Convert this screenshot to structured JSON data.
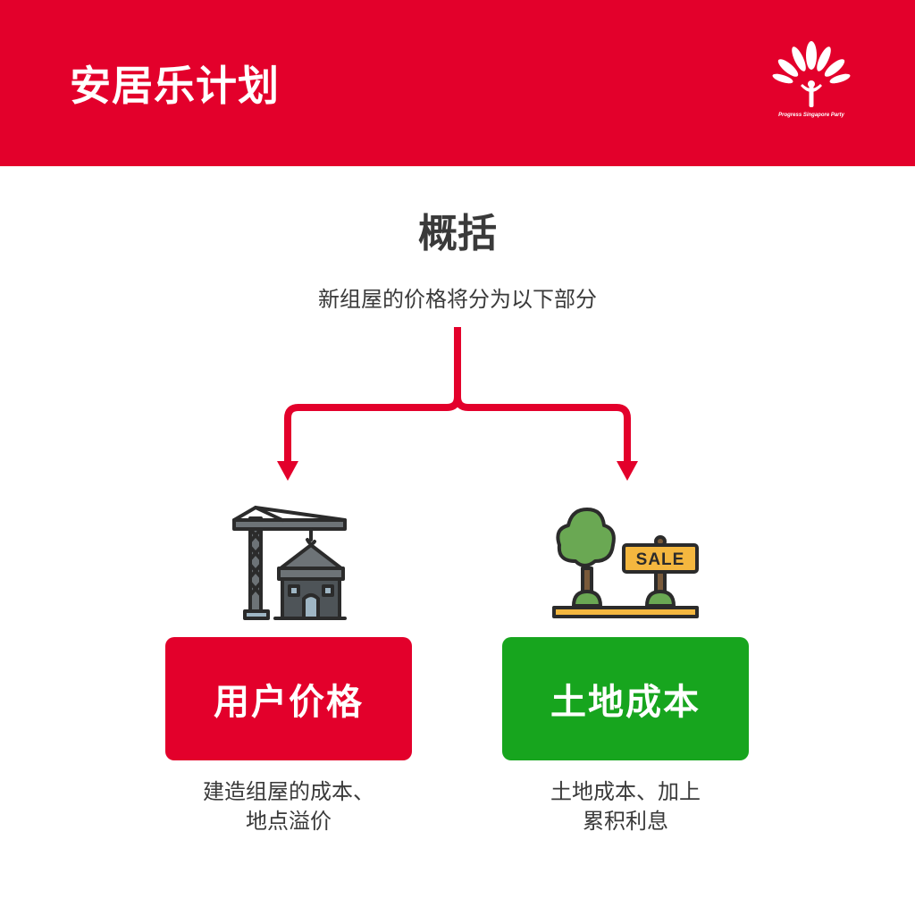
{
  "header": {
    "title": "安居乐计划",
    "logo_caption": "Progress Singapore Party"
  },
  "overview": {
    "title": "概括",
    "subtitle": "新组屋的价格将分为以下部分"
  },
  "branches": [
    {
      "label": "用户价格",
      "icon": "crane-house-icon",
      "description": [
        "建造组屋的成本、",
        "地点溢价"
      ],
      "color": "#e3002b"
    },
    {
      "label": "土地成本",
      "icon": "land-sale-icon",
      "description": [
        "土地成本、加上",
        "累积利息"
      ],
      "color": "#17a51e"
    }
  ],
  "sign_text": "SALE",
  "colors": {
    "brand_red": "#e3002b",
    "green": "#17a51e",
    "text": "#3a3a3a"
  }
}
